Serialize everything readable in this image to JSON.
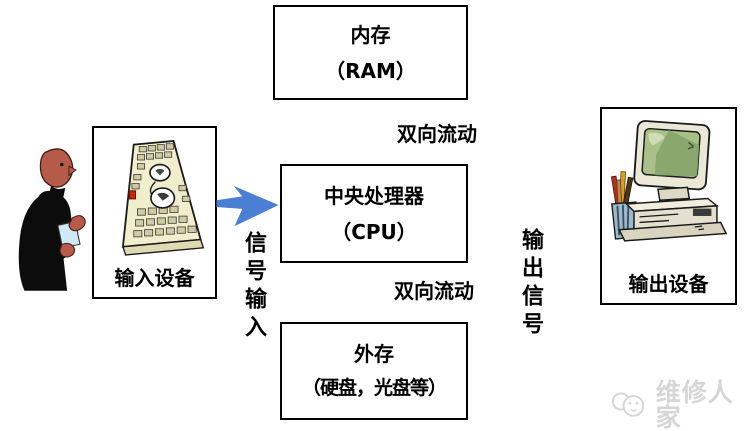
{
  "diagram": {
    "memory_box": {
      "title": "内存",
      "subtitle": "（RAM）"
    },
    "cpu_box": {
      "title": "中央处理器",
      "subtitle": "（CPU）"
    },
    "storage_box": {
      "title": "外存",
      "subtitle": "（硬盘，光盘等）"
    },
    "input_box": {
      "label": "输入设备"
    },
    "output_box": {
      "label": "输出设备"
    },
    "flow_label_top": "双向流动",
    "flow_label_bottom": "双向流动",
    "signal_input_label": "信号输入",
    "output_signal_label": "输出信号",
    "icons": {
      "person": "person-operator-icon",
      "keyboard": "keyboard-icon",
      "monitor": "crt-monitor-icon",
      "arrow": "blue-right-arrow-icon",
      "watermark_logo": "cat-logo-icon"
    },
    "colors": {
      "arrow_blue": "#4a7fd4",
      "box_border": "#000000",
      "background": "#ffffff",
      "watermark_gray": "#d6d6d6",
      "keyboard_beige": "#f0eecd",
      "screen_green": "#a9c188"
    }
  },
  "watermark": {
    "text": "维修人家"
  }
}
